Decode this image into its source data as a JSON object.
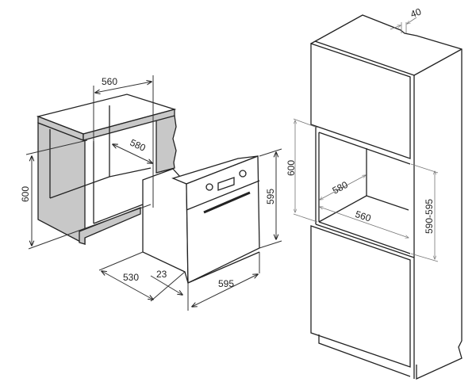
{
  "left_drawing": {
    "cabinet_width": "560",
    "cabinet_depth": "580",
    "cabinet_height": "600"
  },
  "oven_drawing": {
    "oven_height": "595",
    "oven_depth": "530",
    "front_panel_depth": "23",
    "oven_width": "595"
  },
  "tall_cabinet_drawing": {
    "ventilation_gap": "40",
    "niche_height": "600",
    "niche_depth": "580",
    "niche_width": "560",
    "niche_height_range": "590-595"
  }
}
